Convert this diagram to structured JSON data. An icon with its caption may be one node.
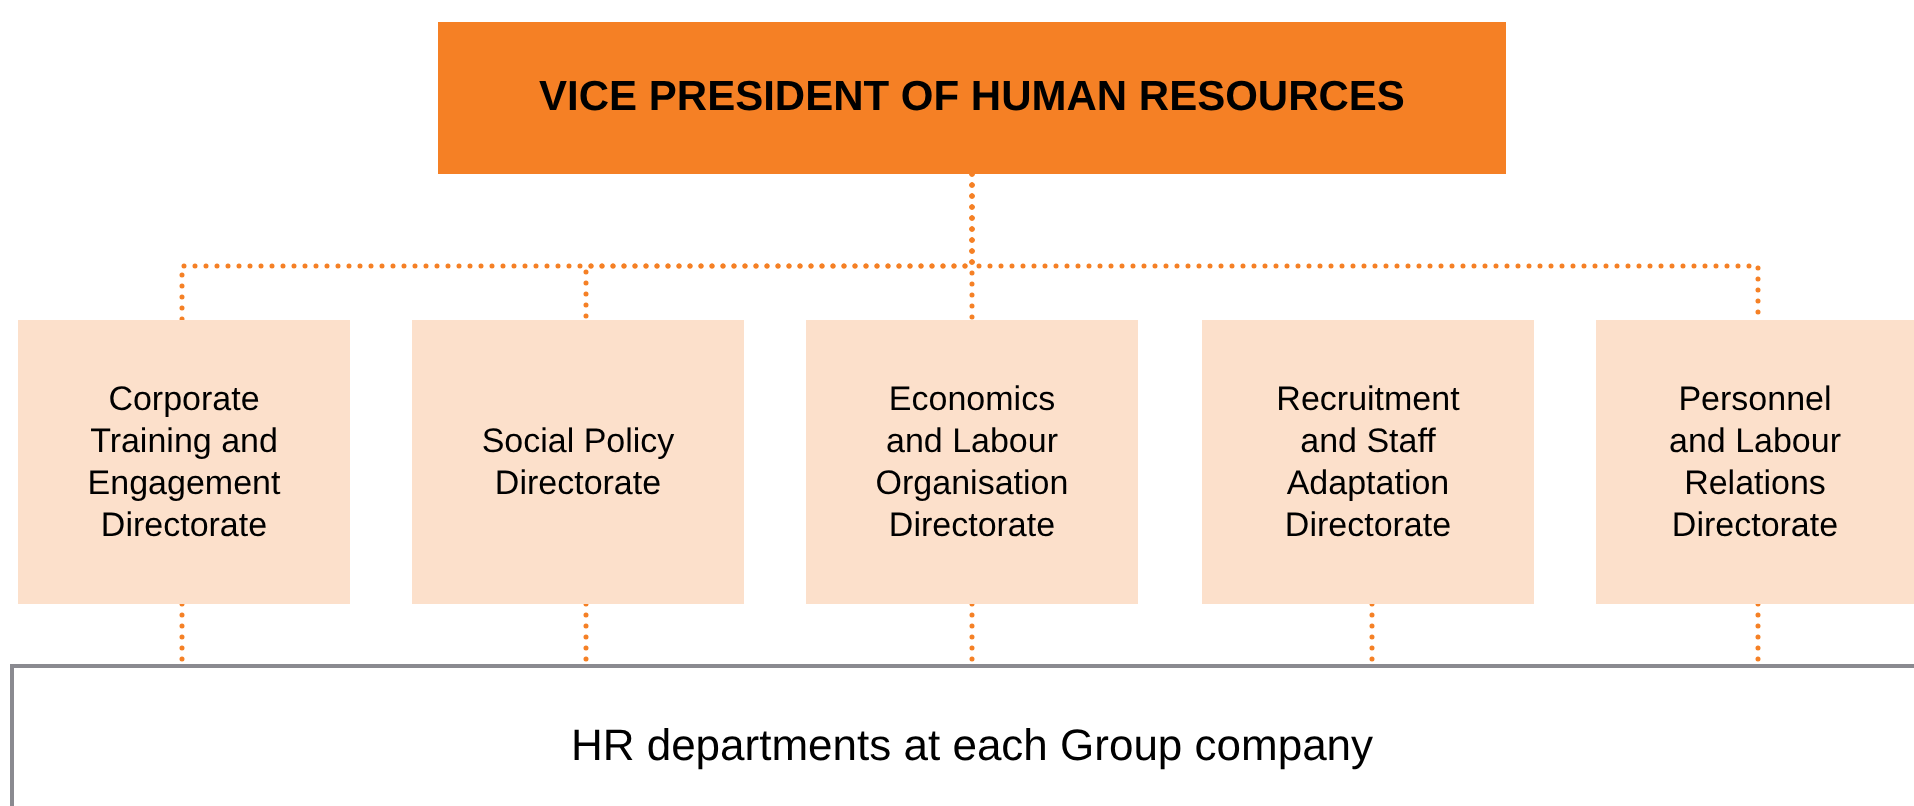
{
  "diagram": {
    "nodes": [
      {
        "text": [
          "VICE PRESIDENT OF HUMAN RESOURCES"
        ]
      },
      {
        "text": [
          "Corporate Training and Engagement Directorate"
        ]
      },
      {
        "text": [
          "Social Policy Directorate"
        ]
      },
      {
        "text": [
          "Economics and Labour Organisation Directorate"
        ]
      },
      {
        "text": [
          "Recruitment and Staff Adaptation Directorate"
        ]
      },
      {
        "text": [
          "Personnel and Labour Relations Directorate"
        ]
      },
      {
        "text": [
          "HR departments at each Group company"
        ]
      }
    ],
    "edges": [
      {
        "from": 0,
        "to": 1,
        "arrow": "none"
      },
      {
        "from": 0,
        "to": 2,
        "arrow": "none"
      },
      {
        "from": 0,
        "to": 3,
        "arrow": "none"
      },
      {
        "from": 0,
        "to": 5,
        "arrow": "none"
      },
      {
        "from": 1,
        "to": 6,
        "arrow": "none"
      },
      {
        "from": 2,
        "to": 6,
        "arrow": "none"
      },
      {
        "from": 3,
        "to": 6,
        "arrow": "none"
      },
      {
        "from": 4,
        "to": 6,
        "arrow": "none"
      },
      {
        "from": 5,
        "to": 6,
        "arrow": "none"
      }
    ]
  }
}
